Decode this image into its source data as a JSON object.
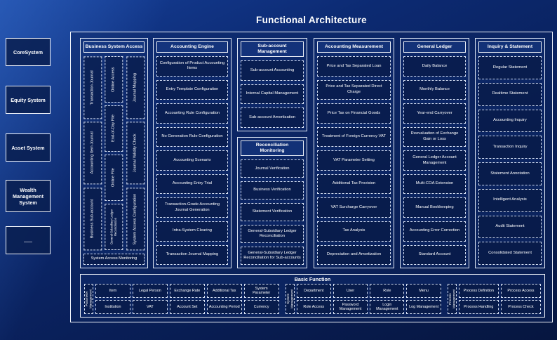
{
  "title": "Functional Architecture",
  "left_systems": [
    {
      "label": "CoreSystem"
    },
    {
      "label": "Equity System"
    },
    {
      "label": "Asset System"
    },
    {
      "label": "Wealth Management System"
    },
    {
      "label": "......"
    }
  ],
  "bsa": {
    "header": "Business System Access",
    "col1": [
      "Transaction Journal",
      "Accounting Item Journal",
      "Business Sub-account"
    ],
    "col2": [
      "Online Access",
      "End-of-Day File",
      "Online File",
      "General-Subsidiary Ledger Reconciliation"
    ],
    "col3": [
      "Journal Mapping",
      "Journal Validity Check",
      "System Access Configuration"
    ],
    "bottom": "System Access Monitoring"
  },
  "engine": {
    "header": "Accounting Engine",
    "items": [
      "Configuration of Product Accounting Items",
      "Entry Template Configuration",
      "Accounting Rule Configuration",
      "No Generation Rule Configuration",
      "Accounting Scenario",
      "Accounting Entry Trial",
      "Transaction-Grade Accounting Journal Generation",
      "Intra-System Clearing",
      "Transaction Journal Mapping"
    ]
  },
  "subaccount": {
    "header": "Sub-account Management",
    "items": [
      "Sub-account Accounting",
      "Internal Capital Management",
      "Sub-account Amortization"
    ]
  },
  "reconciliation": {
    "header": "Reconciliation Monitoring",
    "items": [
      "Journal Verification",
      "Business Verification",
      "Statement Verification",
      "General-Subsidiary Ledger Reconciliation",
      "General-Subsidiary Ledger Reconciliation for Sub-accounts"
    ]
  },
  "measurement": {
    "header": "Accounting Measurement",
    "items": [
      "Price and Tax Separated Loan",
      "Price and Tax Separated Direct Charge",
      "Price Tax on Financial Goods",
      "Treatment of Foreign Currency VAT",
      "VAT Parameter Setting",
      "Additional Tax Provision",
      "VAT Surcharge Carryover",
      "Tax Analysis",
      "Depreciation and Amortization"
    ]
  },
  "ledger": {
    "header": "General Ledger",
    "items": [
      "Daily Balance",
      "Monthly Balance",
      "Year-end Carryover",
      "Reevaluation of Exchange Gain or Loss",
      "General Ledger Account Management",
      "Multi-COA Extension",
      "Manual Bookkeeping",
      "Accounting Error Correction",
      "Standard Account"
    ]
  },
  "inquiry": {
    "header": "Inquiry & Statement",
    "items": [
      "Regular Statement",
      "Realtime Statement",
      "Accounting Inquiry",
      "Transaction Inquiry",
      "Statement Annotation",
      "Intelligent Analysis",
      "Audit Statement",
      "Consolidated Statement"
    ]
  },
  "basic": {
    "header": "Basic Function",
    "groups": [
      {
        "label": "Parameter Management",
        "row1": [
          "Item",
          "Legal Person",
          "Exchange Rate",
          "Additional Tax",
          "System Parameter"
        ],
        "row2": [
          "Institution",
          "VAT",
          "Account Set",
          "Accounting Period",
          "Currency"
        ]
      },
      {
        "label": "System Management",
        "row1": [
          "Department",
          "User",
          "Role",
          "Menu"
        ],
        "row2": [
          "Role Access",
          "Password Management",
          "Login Management",
          "Log Management"
        ]
      },
      {
        "label": "Process Management",
        "row1": [
          "Process Definition",
          "Process Access"
        ],
        "row2": [
          "Process Handling",
          "Process Check"
        ]
      }
    ]
  }
}
